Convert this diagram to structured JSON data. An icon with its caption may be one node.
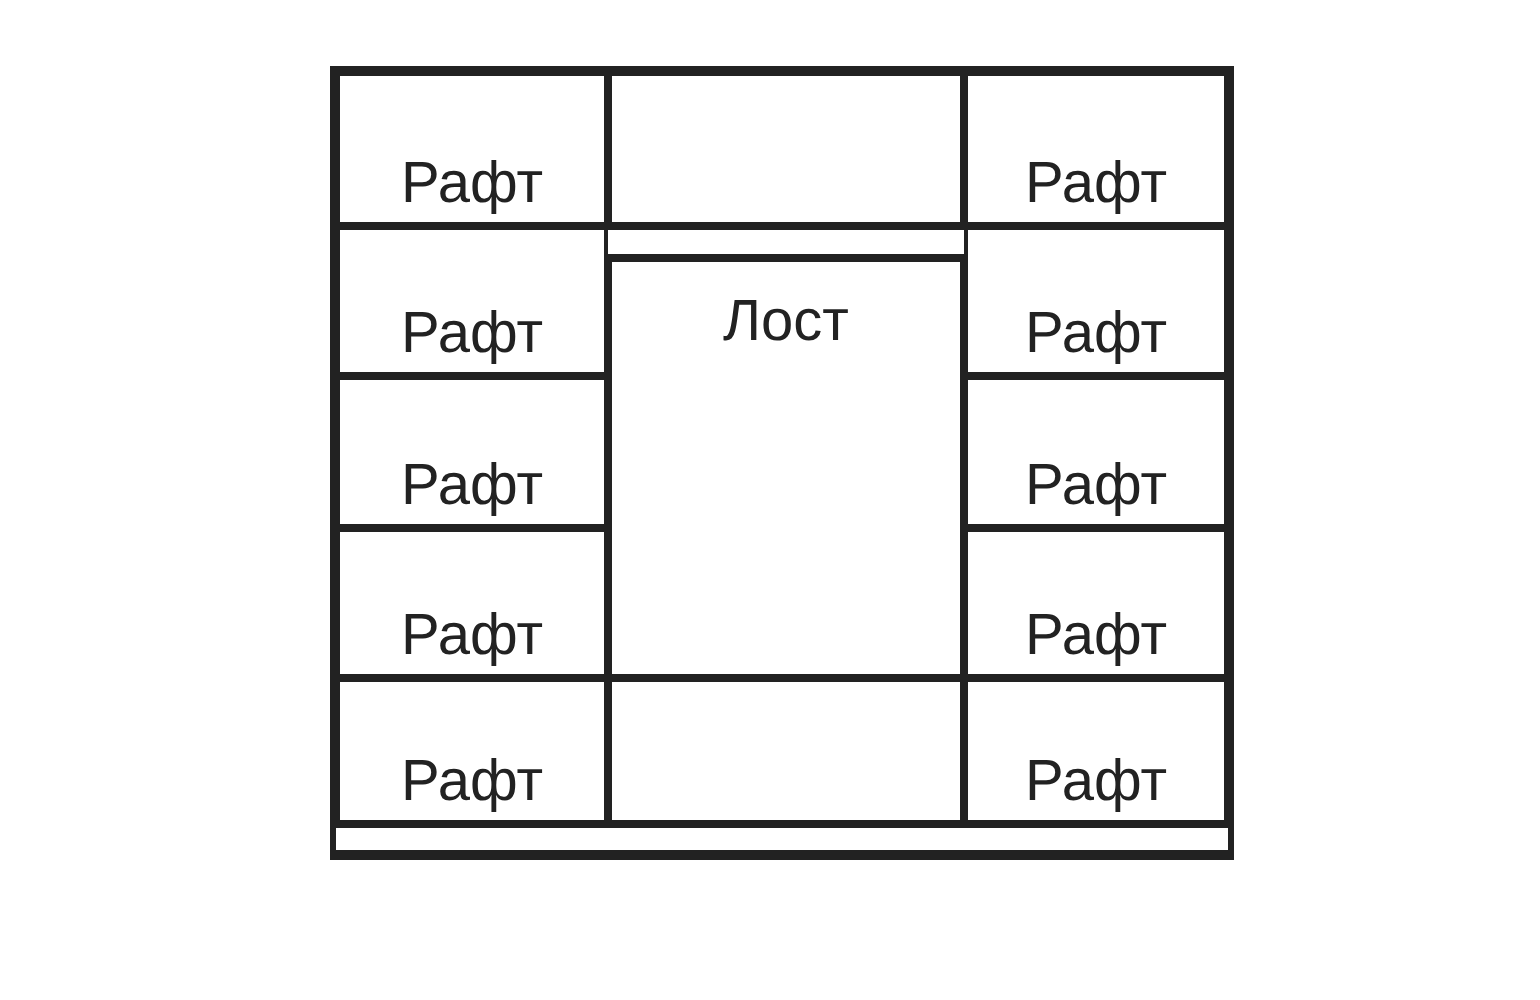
{
  "diagram": {
    "nodes": [
      {
        "text": [],
        "shape": "box"
      },
      {
        "text": [
          "Рафт"
        ],
        "in": 0
      },
      {
        "text": [
          "Рафт"
        ],
        "in": 0
      },
      {
        "text": [
          "Рафт"
        ],
        "in": 0
      },
      {
        "text": [
          "Рафт"
        ],
        "in": 0
      },
      {
        "text": [
          "Рафт"
        ],
        "in": 0
      },
      {
        "text": [],
        "shape": "box",
        "in": 0
      },
      {
        "text": [],
        "shape": "bar",
        "in": 0
      },
      {
        "text": [
          "Лост"
        ],
        "in": 0
      },
      {
        "text": [],
        "shape": "box",
        "in": 0
      },
      {
        "text": [
          "Рафт"
        ],
        "in": 0
      },
      {
        "text": [
          "Рафт"
        ],
        "in": 0
      },
      {
        "text": [
          "Рафт"
        ],
        "in": 0
      },
      {
        "text": [
          "Рафт"
        ],
        "in": 0
      },
      {
        "text": [
          "Рафт"
        ],
        "in": 0
      },
      {
        "text": [],
        "shape": "bar",
        "in": 0
      }
    ]
  }
}
